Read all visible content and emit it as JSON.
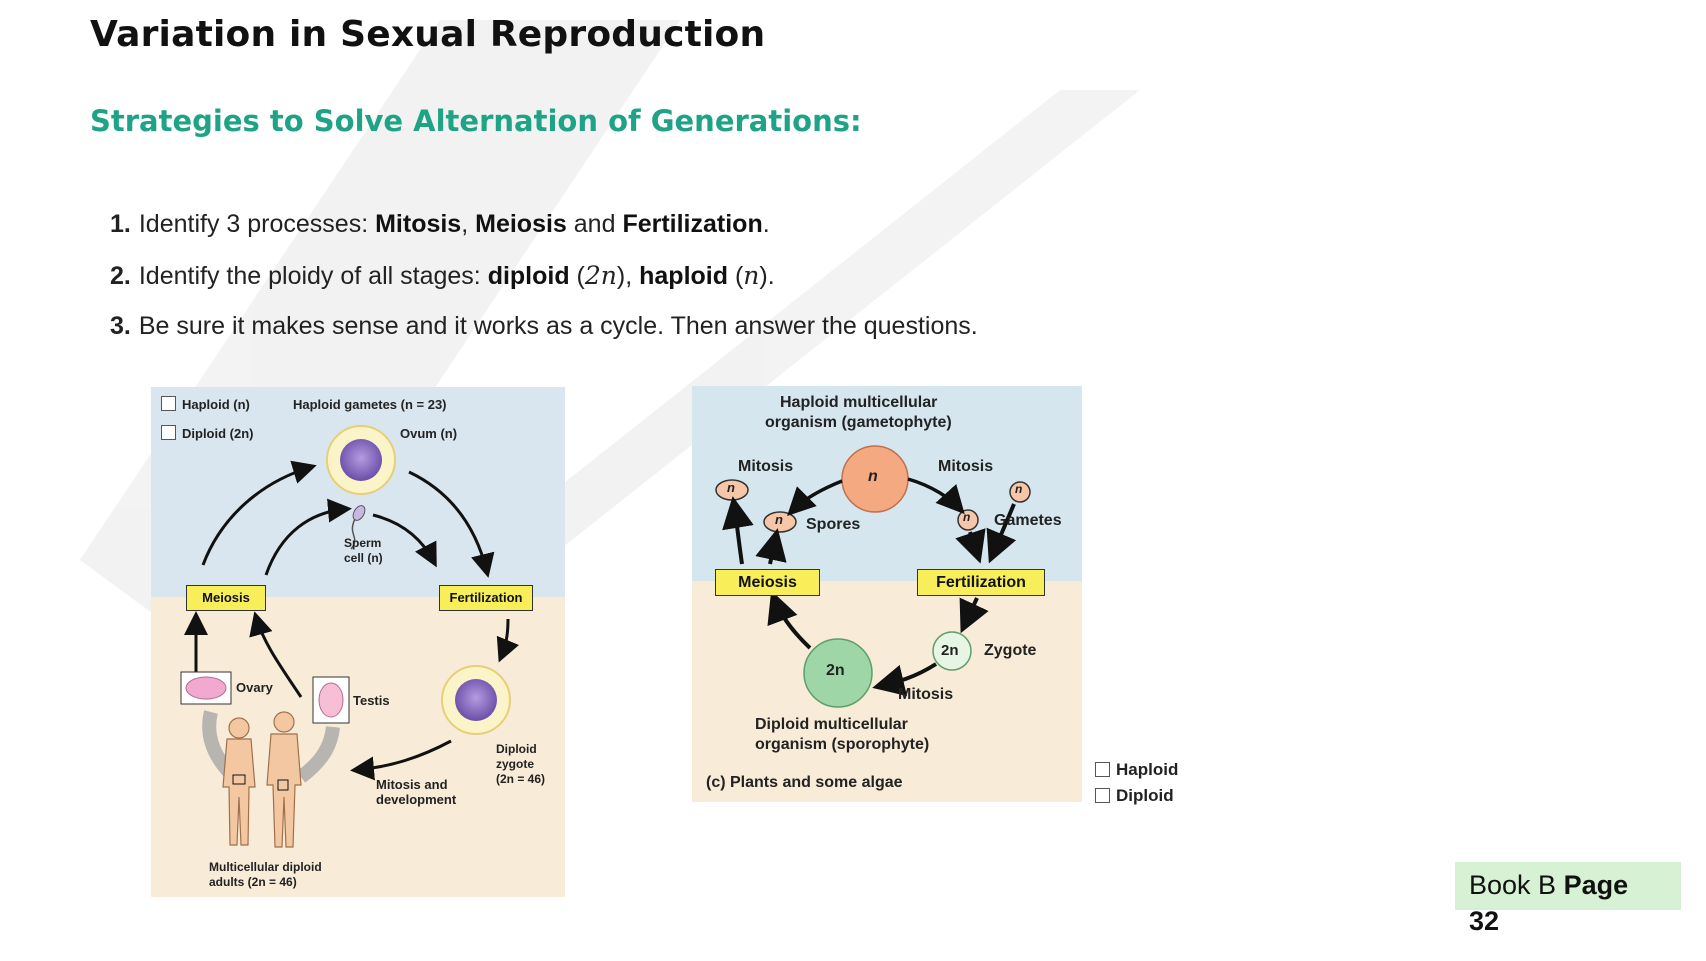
{
  "header": {
    "title": "Variation in Sexual Reproduction",
    "subtitle": "Strategies to Solve Alternation of Generations:"
  },
  "steps": [
    {
      "num": "1.",
      "t1": "Identify 3 processes: ",
      "b1": "Mitosis",
      "t2": ", ",
      "b2": "Meiosis",
      "t3": " and ",
      "b3": "Fertilization",
      "t4": "."
    },
    {
      "num": "2.",
      "t1": "Identify the ploidy of all stages: ",
      "b1": "diploid",
      "t2": " (",
      "i1": "2n",
      "t3": "), ",
      "b2": "haploid",
      "t4": " (",
      "i2": "n",
      "t5": ")."
    },
    {
      "num": "3.",
      "t1": "Be sure it makes sense and it works as a cycle.  Then answer the questions."
    }
  ],
  "diagram_animals": {
    "legend_haploid": "Haploid (n)",
    "legend_diploid": "Diploid (2n)",
    "haploid_gametes": "Haploid gametes (n = 23)",
    "ovum": "Ovum (n)",
    "sperm_line1": "Sperm",
    "sperm_line2": "cell (n)",
    "meiosis": "Meiosis",
    "fertilization": "Fertilization",
    "ovary": "Ovary",
    "testis": "Testis",
    "zygote_line1": "Diploid",
    "zygote_line2": "zygote",
    "zygote_line3": "(2n = 46)",
    "mitosis_line1": "Mitosis and",
    "mitosis_line2": "development",
    "adults_line1": "Multicellular diploid",
    "adults_line2": "adults (2n = 46)",
    "colors": {
      "haploid_bg": "#d9e6ef",
      "diploid_bg": "#f8ecd8",
      "box": "#f7ee5a"
    }
  },
  "diagram_plants": {
    "gametophyte_line1": "Haploid multicellular",
    "gametophyte_line2": "organism (gametophyte)",
    "mitosis_left": "Mitosis",
    "mitosis_right": "Mitosis",
    "n": "n",
    "spores": "Spores",
    "gametes": "Gametes",
    "meiosis": "Meiosis",
    "fertilization": "Fertilization",
    "zygote_ploidy": "2n",
    "zygote": "Zygote",
    "sporophyte_ploidy": "2n",
    "mitosis_bottom": "Mitosis",
    "sporophyte_line1": "Diploid multicellular",
    "sporophyte_line2": "organism (sporophyte)",
    "caption": "(c) Plants and some algae",
    "legend_haploid": "Haploid",
    "legend_diploid": "Diploid",
    "colors": {
      "haploid_bg": "#d6e6ef",
      "diploid_bg": "#f8ecd8",
      "gametophyte": "#f5a981",
      "sporophyte": "#9ed6a8"
    }
  },
  "book_tag": {
    "text": "Book B ",
    "page": "Page",
    "number": "32",
    "color": "#d6f1d4"
  }
}
